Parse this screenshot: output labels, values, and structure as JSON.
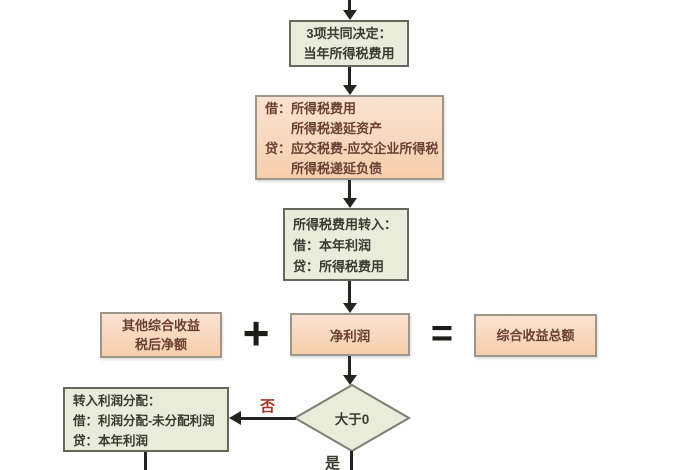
{
  "flowchart": {
    "colors": {
      "green_box_bg": "#e9ecdb",
      "green_box_border": "#67675d",
      "peach_box_bg": "#f8d8bd",
      "peach_box_border": "#9c968c",
      "green_text": "#3b3b33",
      "peach_text": "#6b4034",
      "connector": "#242420",
      "no_label": "#a8362a"
    },
    "nodes": {
      "decision_factors": {
        "lines": [
          "3项共同决定：",
          "当年所得税费用"
        ]
      },
      "journal_tax_expense": {
        "lines": [
          "借：所得税费用",
          "　　所得税递延资产",
          "贷：应交税费-应交企业所得税",
          "　　所得税递延负债"
        ]
      },
      "journal_transfer": {
        "lines": [
          "所得税费用转入：",
          "借：本年利润",
          "贷：所得税费用"
        ]
      },
      "other_comprehensive_income": {
        "lines": [
          "其他综合收益",
          "税后净额"
        ]
      },
      "net_profit": {
        "label": "净利润"
      },
      "total_comprehensive_income": {
        "label": "综合收益总额"
      },
      "decision_greater_than_zero": {
        "label": "大于0"
      },
      "journal_profit_distribution": {
        "lines": [
          "转入利润分配：",
          "借：利润分配-未分配利润",
          "贷：本年利润"
        ]
      }
    },
    "operators": {
      "plus": "+",
      "equals": "="
    },
    "edge_labels": {
      "no": "否",
      "yes": "是"
    }
  }
}
